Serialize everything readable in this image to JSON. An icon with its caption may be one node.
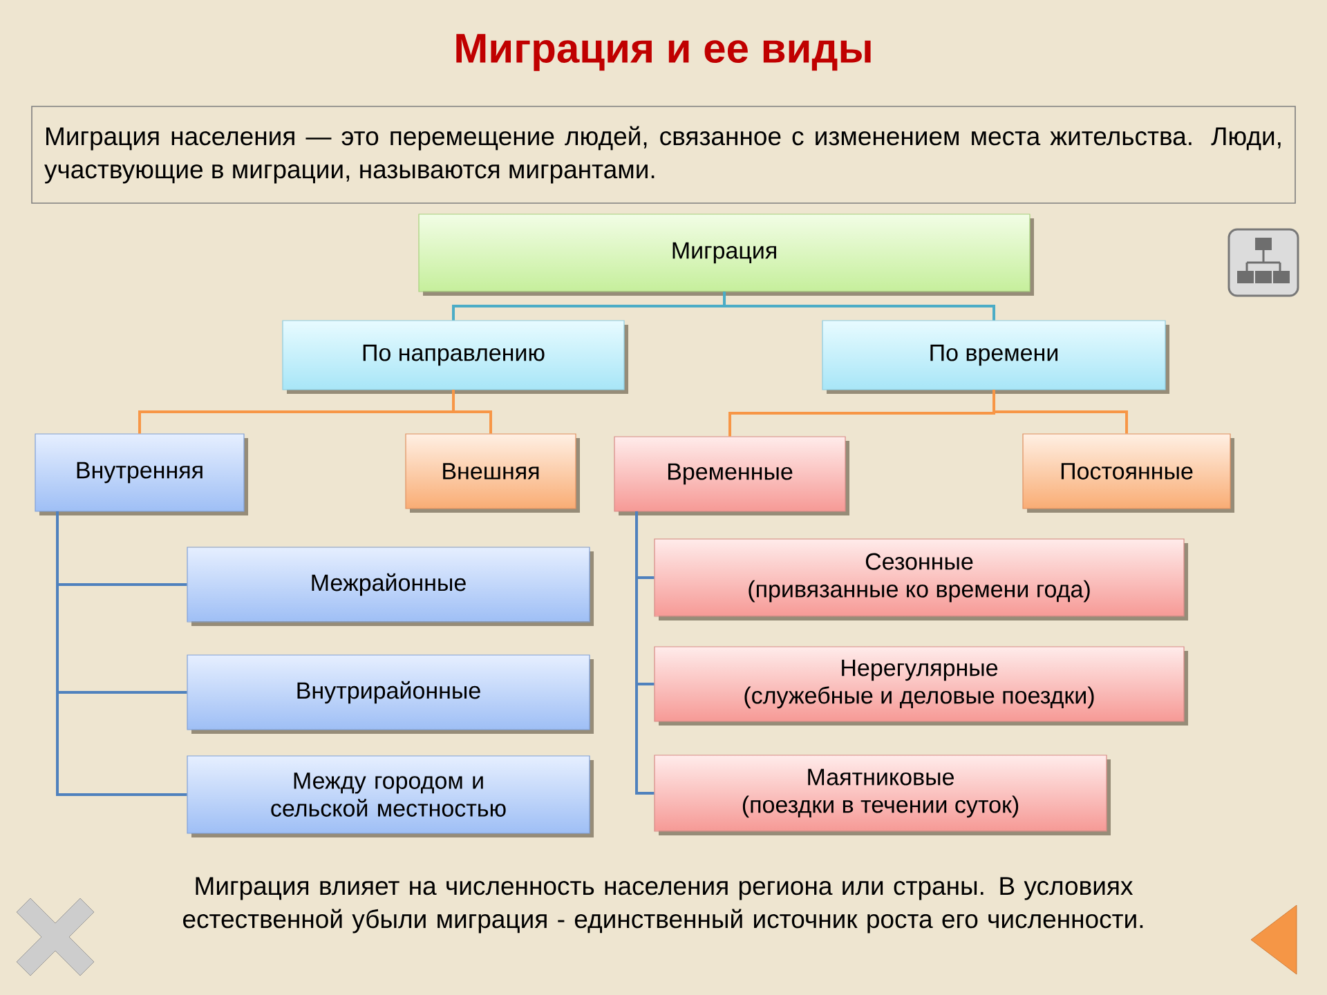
{
  "diagram": {
    "title": "Миграция и ее виды",
    "nodes": [
      {
        "text": [
          "Миграция населения — это перемещение людей, связанное с изменением места жительства. Люди, участвующие в миграции, называются мигрантами."
        ]
      },
      {
        "text": [
          "Миграция"
        ]
      },
      {
        "text": [
          "По направлению"
        ]
      },
      {
        "text": [
          "По времени"
        ]
      },
      {
        "text": [
          "Внутренняя"
        ]
      },
      {
        "text": [
          "Внешняя"
        ]
      },
      {
        "text": [
          "Временные"
        ]
      },
      {
        "text": [
          "Постоянные"
        ]
      },
      {
        "text": [
          "Межрайонные"
        ]
      },
      {
        "text": [
          "Внутрирайонные"
        ]
      },
      {
        "text": [
          "Между городом и сельской местностью"
        ]
      },
      {
        "text": [
          "Сезонные",
          "(привязанные ко времени года)"
        ]
      },
      {
        "text": [
          "Нерегулярные",
          "(служебные и деловые поездки)"
        ]
      },
      {
        "text": [
          "Маятниковые",
          "(поездки в течении суток)"
        ]
      }
    ],
    "edges": [
      {
        "from": 1,
        "to": 2,
        "arrow": "none",
        "color": "#4bacc6"
      },
      {
        "from": 1,
        "to": 3,
        "arrow": "none",
        "color": "#4bacc6"
      },
      {
        "from": 2,
        "to": 4,
        "arrow": "none",
        "color": "#f79646"
      },
      {
        "from": 2,
        "to": 5,
        "arrow": "none",
        "color": "#f79646"
      },
      {
        "from": 3,
        "to": 6,
        "arrow": "none",
        "color": "#f79646"
      },
      {
        "from": 3,
        "to": 7,
        "arrow": "none",
        "color": "#f79646"
      },
      {
        "from": 4,
        "to": 8,
        "arrow": "none"
      },
      {
        "from": 4,
        "to": 9,
        "arrow": "none"
      },
      {
        "from": 4,
        "to": 10,
        "arrow": "none"
      },
      {
        "from": 6,
        "to": 11,
        "arrow": "none"
      },
      {
        "from": 6,
        "to": 12,
        "arrow": "none"
      },
      {
        "from": 6,
        "to": 13,
        "arrow": "none"
      }
    ],
    "labels": [
      "Миграция влияет на численность населения региона или страны. В условиях естественной убыли миграция - единственный источник роста его численности."
    ]
  }
}
